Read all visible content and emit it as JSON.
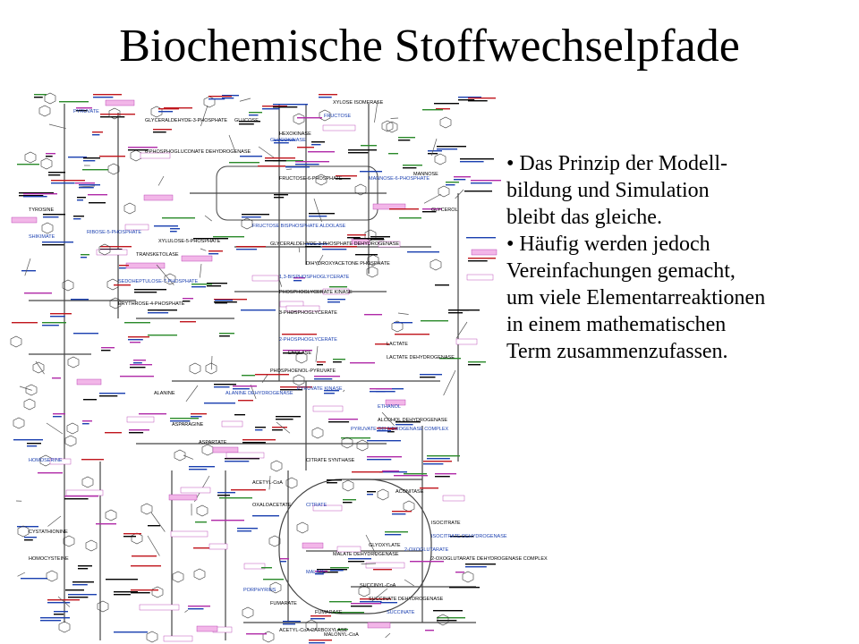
{
  "title": "Biochemische Stoffwechselpfade",
  "bullets": [
    {
      "lines": [
        "Das Prinzip der Modell-",
        "bildung und Simulation",
        "bleibt das gleiche."
      ]
    },
    {
      "lines": [
        "Häufig werden jedoch",
        "Vereinfachungen gemacht,",
        "um viele Elementarreaktionen",
        "in einem mathematischen",
        "Term zusammenzufassen."
      ]
    }
  ],
  "map": {
    "labels": [
      "PYRUVATE",
      "GLYCERALDEHYDE-3-PHOSPHATE",
      "GLUCOSE",
      "FRUCTOSE",
      "XYLOSE ISOMERASE",
      "HEXOKINASE",
      "GLUCOKINASE",
      "6-PHOSPHOGLUCONATE DEHYDROGENASE",
      "FRUCTOSE-6-PHOSPHATE",
      "MANNOSE-6-PHOSPHATE",
      "MANNOSE",
      "GLYCEROL",
      "RIBOSE-5-PHOSPHATE",
      "XYLULOSE-5-PHOSPHATE",
      "TRANSKETOLASE",
      "FRUCTOSE BISPHOSPHATE ALDOLASE",
      "GLYCERALDEHYDE-3-PHOSPHATE DEHYDROGENASE",
      "DIHYDROXYACETONE PHOSPHATE",
      "1,3-BISPHOSPHOGLYCERATE",
      "PHOSPHOGLYCERATE KINASE",
      "3-PHOSPHOGLYCERATE",
      "2-PHOSPHOGLYCERATE",
      "ENOLASE",
      "PHOSPHOENOL-PYRUVATE",
      "PYRUVATE KINASE",
      "LACTATE",
      "LACTATE DEHYDROGENASE",
      "ETHANOL",
      "ALCOHOL DEHYDROGENASE",
      "ALANINE",
      "ALANINE DEHYDROGENASE",
      "ASPARAGINE",
      "ASPARTATE",
      "PYRUVATE DEHYDROGENASE COMPLEX",
      "ACETYL-CoA",
      "CITRATE SYNTHASE",
      "CITRATE",
      "ACONITASE",
      "OXALOACETATE",
      "MALATE",
      "MALATE DEHYDROGENASE",
      "ISOCITRATE",
      "ISOCITRATE DEHYDROGENASE",
      "FUMARATE",
      "FUMARASE",
      "SUCCINATE",
      "SUCCINATE DEHYDROGENASE",
      "SUCCINYL-CoA",
      "2-OXOGLUTARATE",
      "2-OXOGLUTARATE DEHYDROGENASE COMPLEX",
      "GLYOXYLATE",
      "HOMOSERINE",
      "HOMOCYSTEINE",
      "CYSTATHIONINE",
      "SEDOHEPTULOSE-7-PHOSPHATE",
      "ERYTHROSE-4-PHOSPHATE",
      "TYROSINE",
      "SHIKIMATE",
      "ACETYL-CoA CARBOXYLASE",
      "MALONYL-CoA",
      "PORPHYRINS"
    ]
  }
}
